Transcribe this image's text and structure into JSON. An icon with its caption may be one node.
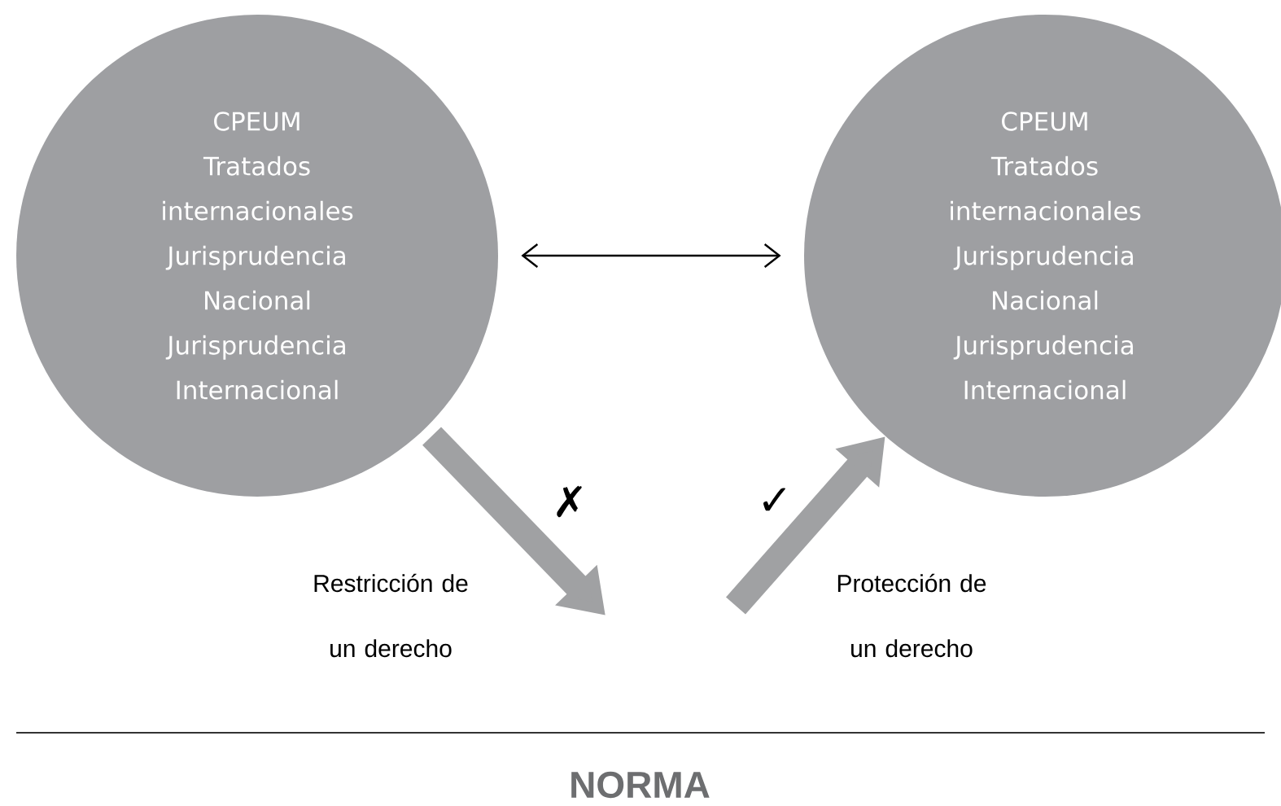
{
  "diagram": {
    "nodes": [
      {
        "text": [
          "CPEUM",
          "Tratados internacionales",
          "Jurisprudencia Nacional",
          "Jurisprudencia Internacional"
        ]
      },
      {
        "text": [
          "CPEUM",
          "Tratados internacionales",
          "Jurisprudencia Nacional",
          "Jurisprudencia Internacional"
        ]
      }
    ],
    "edges": [
      {
        "from": 0,
        "to": 1,
        "arrow": "both",
        "color": "#000000"
      },
      {
        "from": 0,
        "to": null,
        "arrow": "to",
        "label": "Restricción de un derecho",
        "color": "#a0a1a3"
      },
      {
        "from": null,
        "to": 1,
        "arrow": "to",
        "label": "Protección de un derecho",
        "color": "#a0a1a3"
      }
    ],
    "labels": [
      "✗",
      "✓",
      "NORMA"
    ]
  }
}
